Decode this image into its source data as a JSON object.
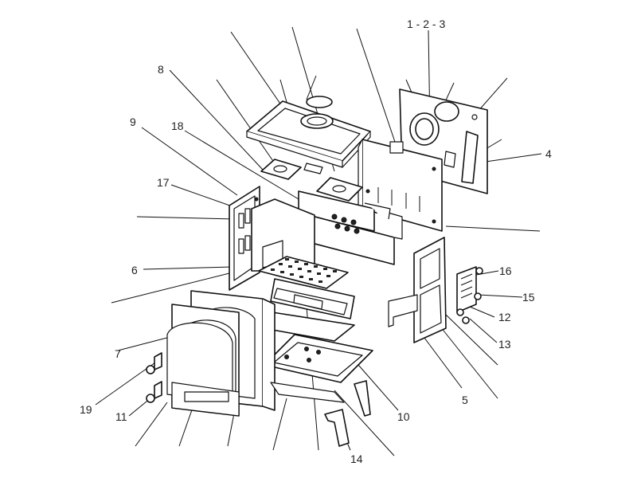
{
  "diagram": {
    "callouts": [
      {
        "id": "c123",
        "text": "1 - 2 - 3"
      },
      {
        "id": "c4",
        "text": "4"
      },
      {
        "id": "c8",
        "text": "8"
      },
      {
        "id": "c9",
        "text": "9"
      },
      {
        "id": "c18",
        "text": "18"
      },
      {
        "id": "c17",
        "text": "17"
      },
      {
        "id": "c6",
        "text": "6"
      },
      {
        "id": "c7",
        "text": "7"
      },
      {
        "id": "c19",
        "text": "19"
      },
      {
        "id": "c11",
        "text": "11"
      },
      {
        "id": "c14",
        "text": "14"
      },
      {
        "id": "c10",
        "text": "10"
      },
      {
        "id": "c5",
        "text": "5"
      },
      {
        "id": "c13",
        "text": "13"
      },
      {
        "id": "c12",
        "text": "12"
      },
      {
        "id": "c15",
        "text": "15"
      },
      {
        "id": "c16",
        "text": "16"
      }
    ]
  }
}
